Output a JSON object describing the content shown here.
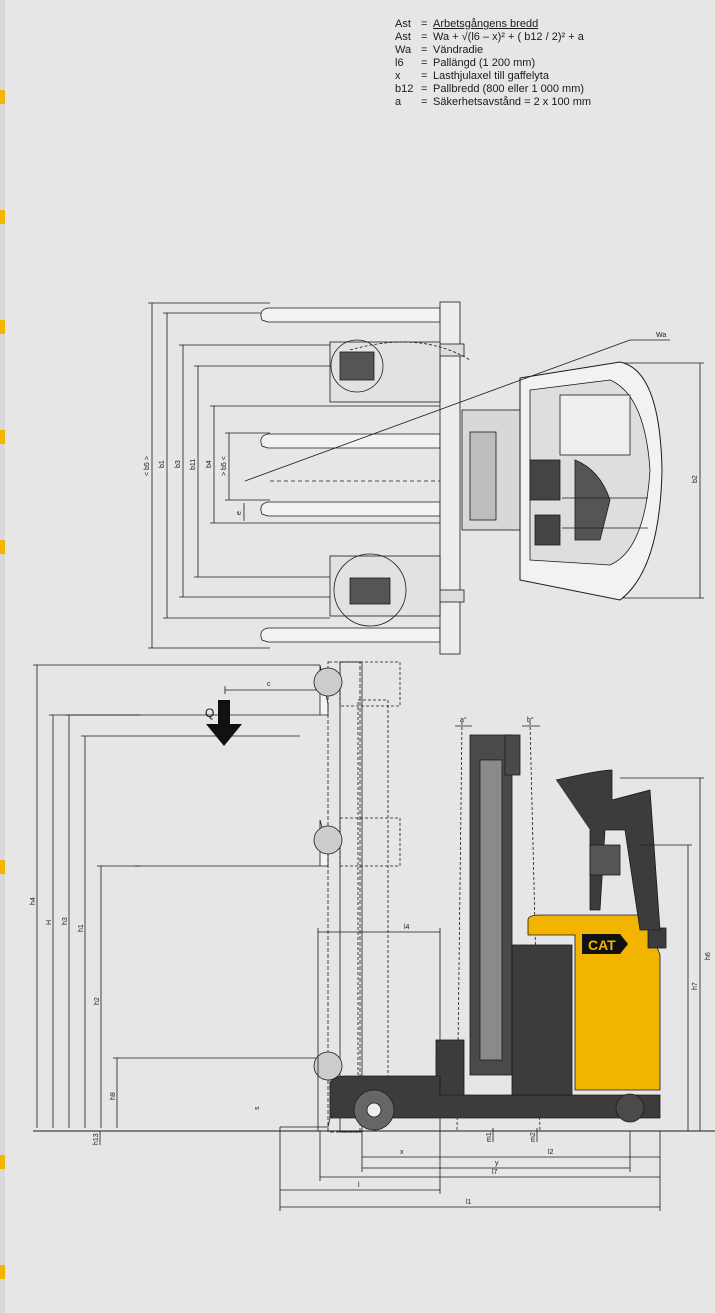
{
  "legend": {
    "rows": [
      {
        "sym": "Ast",
        "eq": "=",
        "txt": "Arbetsgångens bredd"
      },
      {
        "sym": "Ast",
        "eq": "=",
        "txt": "Wa + √(l6 – x)² + ( b12 / 2)² + a"
      },
      {
        "sym": "Wa",
        "eq": "=",
        "txt": "Vändradie"
      },
      {
        "sym": "l6",
        "eq": "=",
        "txt": "Pallängd (1 200 mm)"
      },
      {
        "sym": "x",
        "eq": "=",
        "txt": "Lasthjulaxel till gaffelyta"
      },
      {
        "sym": "b12",
        "eq": "=",
        "txt": "Pallbredd (800 eller 1 000 mm)"
      },
      {
        "sym": "a",
        "eq": "=",
        "txt": "Säkerhetsavstånd = 2 x 100 mm"
      }
    ]
  },
  "top_view": {
    "dims": {
      "b5": "< b5 >",
      "b1": "b1",
      "b3": "b3",
      "b11": "b11",
      "b4": "b4",
      "b5_inner": "> b5 <",
      "e": "e",
      "b2": "b2",
      "wa": "Wa"
    }
  },
  "side_view": {
    "dims": {
      "c": "c",
      "q": "Q",
      "h4": "h4",
      "H": "H",
      "h3": "h3",
      "h1": "h1",
      "h2": "h2",
      "h8": "h8",
      "h13": "h13",
      "s": "s",
      "alpha": "a°",
      "beta": "b°",
      "h6": "h6",
      "h7": "h7",
      "l4": "l4",
      "m1": "m1",
      "m2": "m2",
      "x": "x",
      "y": "y",
      "l2": "l2",
      "l7": "l7",
      "l": "l",
      "l1": "l1"
    },
    "logo": "CAT"
  },
  "colors": {
    "background": "#e6e6e6",
    "line": "#1b1b1b",
    "truck_dark": "#3c3c3c",
    "truck_yellow": "#f2b400",
    "accent_strip": "#f4b400"
  }
}
